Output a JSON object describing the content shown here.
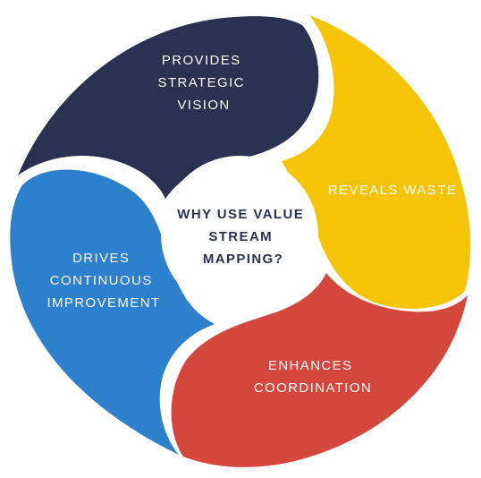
{
  "diagram": {
    "center": {
      "lines": [
        "WHY USE VALUE",
        "STREAM",
        "MAPPING?"
      ]
    },
    "segments": [
      {
        "id": "strategic-vision",
        "lines": [
          "PROVIDES",
          "STRATEGIC",
          "VISION"
        ],
        "color": "#2b3150"
      },
      {
        "id": "reveals-waste",
        "lines": [
          "REVEALS WASTE"
        ],
        "color": "#f6c406"
      },
      {
        "id": "enhances-coordination",
        "lines": [
          "ENHANCES",
          "COORDINATION"
        ],
        "color": "#d4473c"
      },
      {
        "id": "continuous-improvement",
        "lines": [
          "DRIVES",
          "CONTINUOUS",
          "IMPROVEMENT"
        ],
        "color": "#2c80cc"
      }
    ],
    "center_text_color": "#2b3150"
  }
}
